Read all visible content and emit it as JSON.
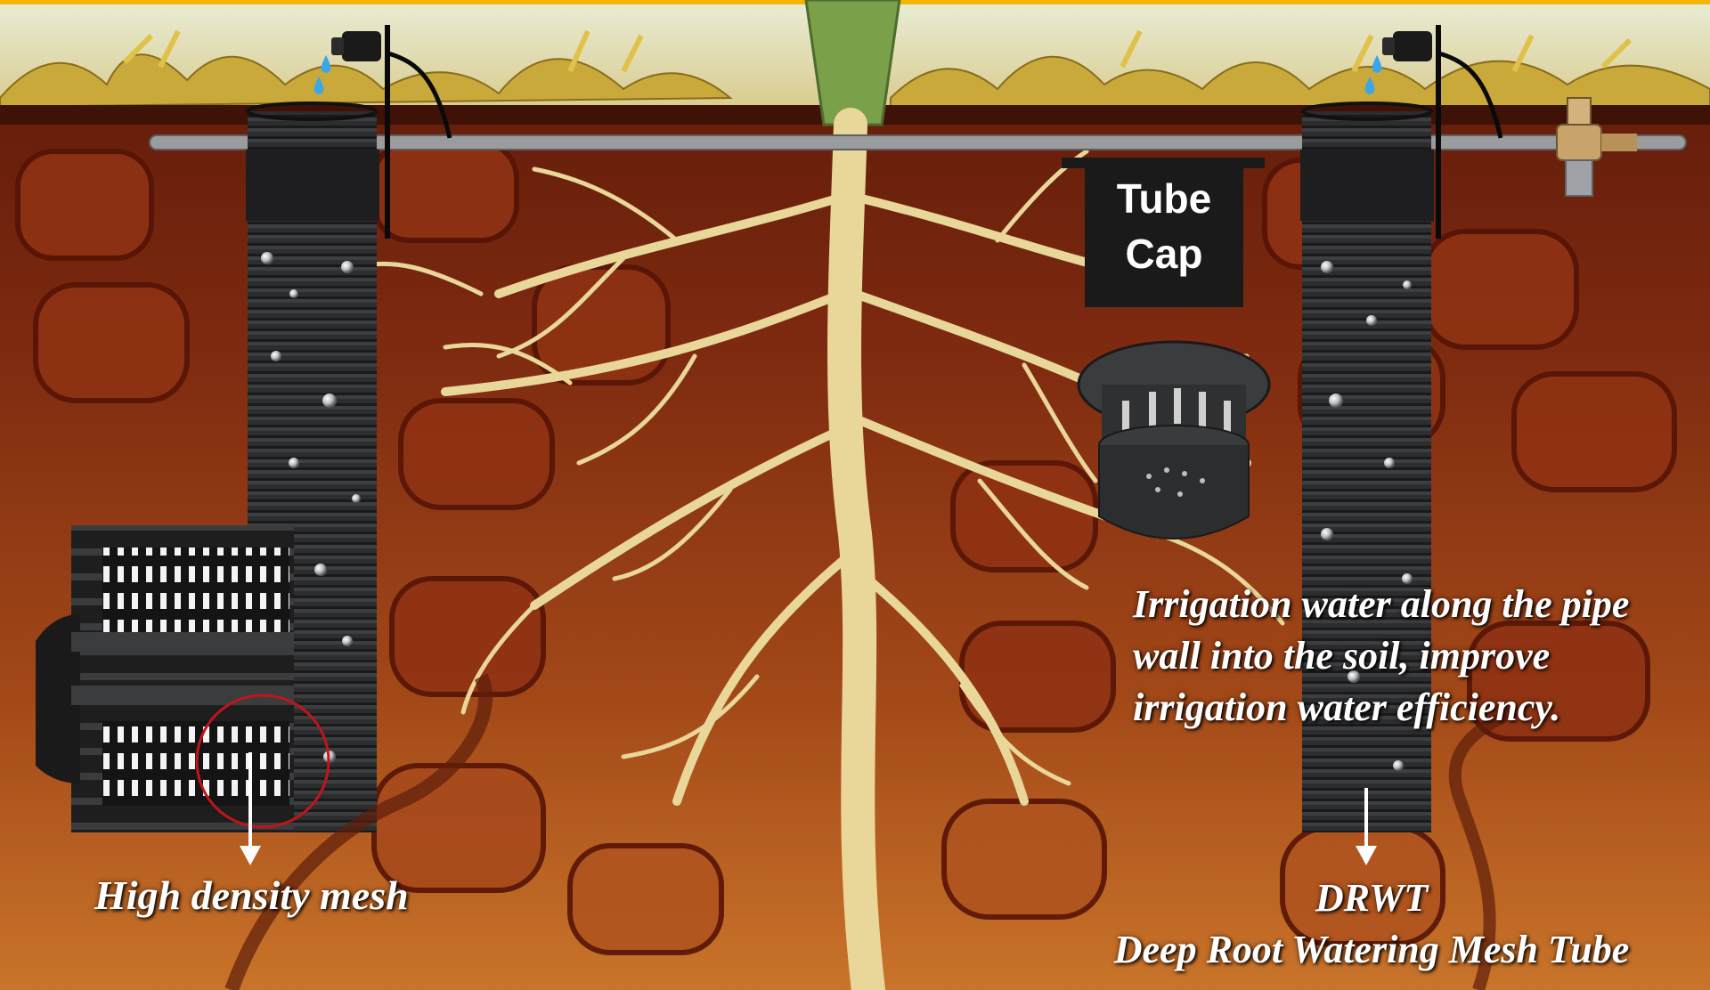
{
  "labels": {
    "tube_cap_line1": "Tube",
    "tube_cap_line2": "Cap",
    "irrigation_note_line1": "Irrigation water along the pipe",
    "irrigation_note_line2": "wall into the soil, improve",
    "irrigation_note_line3": "irrigation water efficiency.",
    "mesh_label": "High density mesh",
    "drwt_abbrev": "DRWT",
    "drwt_full": "Deep Root Watering Mesh Tube"
  },
  "colors": {
    "top_border": "#f2b705",
    "soil_dark": "#6e200c",
    "soil_light": "#b85a1e",
    "clod": "#8f3214",
    "root": "#e9d79a",
    "tube": "#2a2b2d",
    "pipe": "#9a9c9e",
    "water": "#3aa7e8",
    "highlight_ring": "#c0151a",
    "text": "#ffffff"
  },
  "icons": [
    "dripper-icon",
    "water-drop-icon",
    "valve-icon",
    "tube-cap-icon",
    "arrow-down-icon"
  ]
}
